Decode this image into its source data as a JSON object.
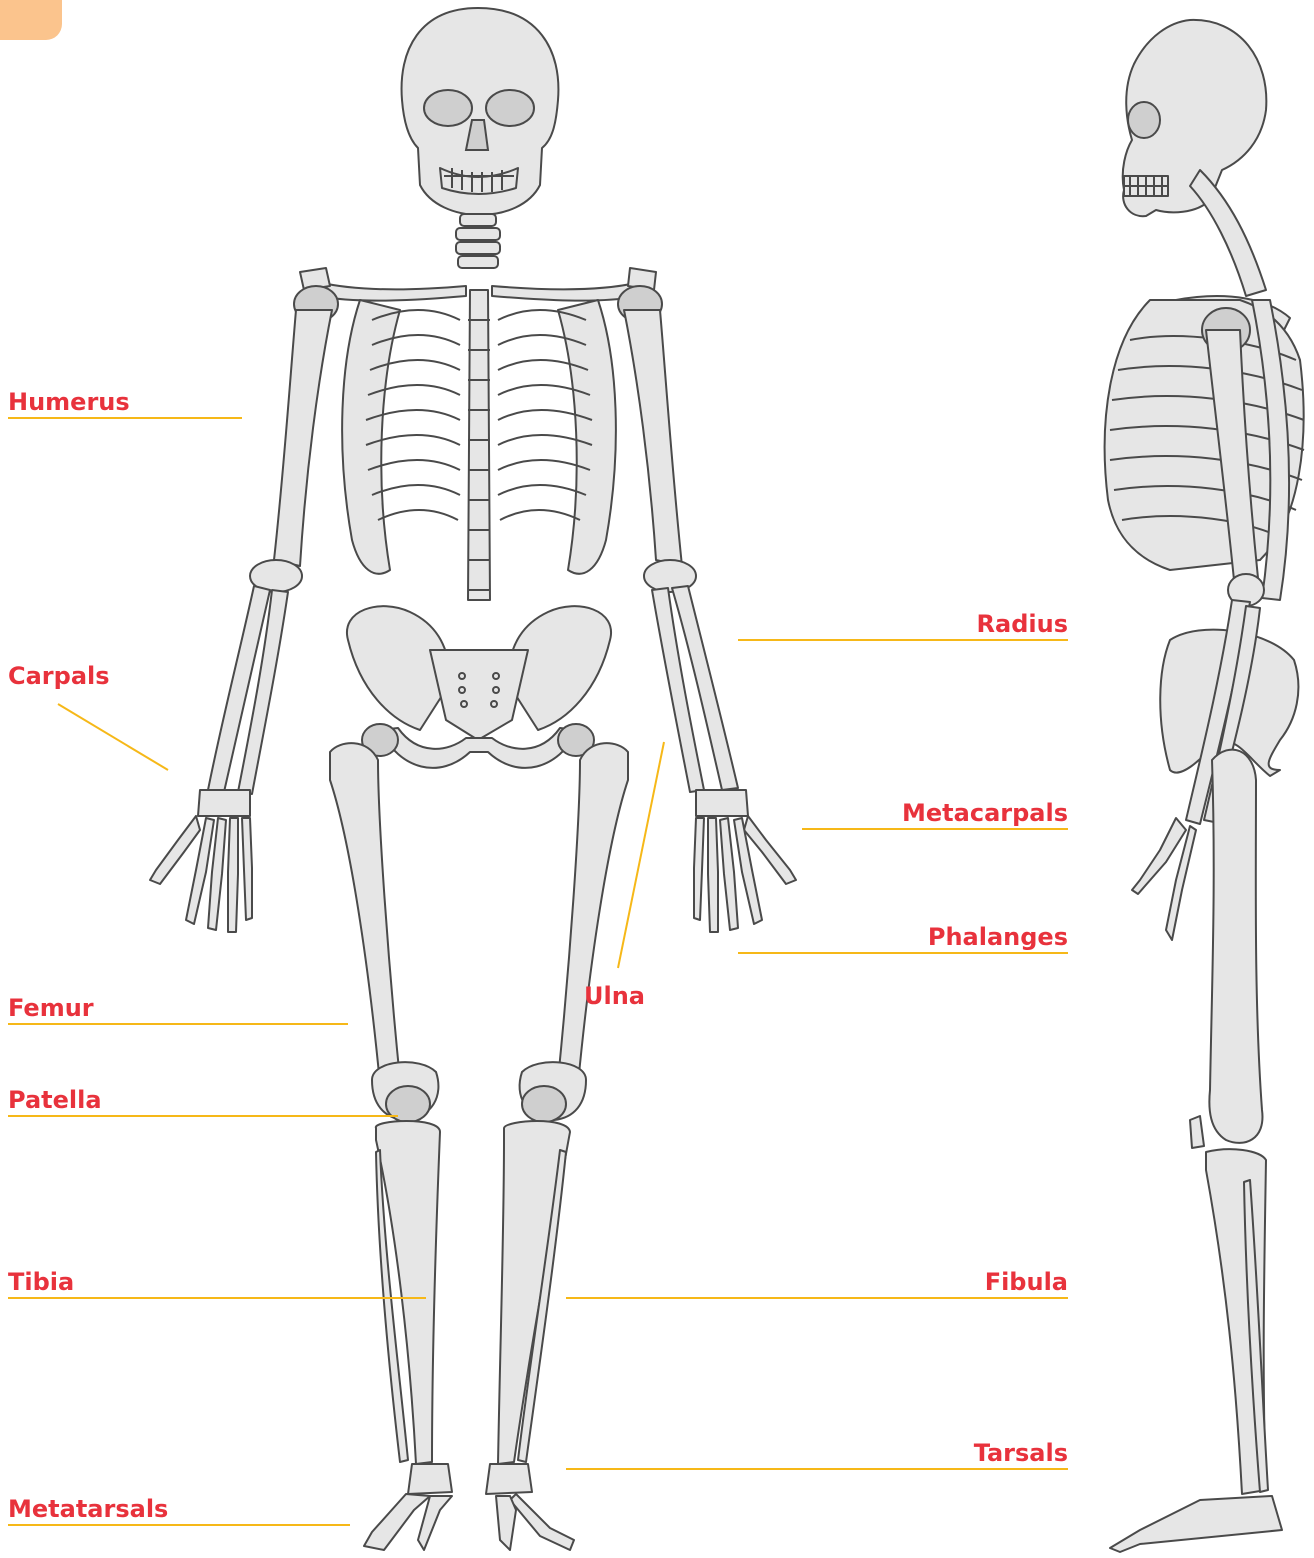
{
  "diagram": {
    "colors": {
      "label": "#e8323c",
      "leader": "#f6b818",
      "bone_fill": "#e4e4e4",
      "bone_stroke": "#4a4a4a",
      "tab": "#fbc48d"
    },
    "labels": {
      "humerus": "Humerus",
      "carpals": "Carpals",
      "femur": "Femur",
      "patella": "Patella",
      "tibia": "Tibia",
      "metatarsals": "Metatarsals",
      "ulna": "Ulna",
      "radius": "Radius",
      "metacarpals": "Metacarpals",
      "phalanges": "Phalanges",
      "fibula": "Fibula",
      "tarsals": "Tarsals"
    }
  }
}
